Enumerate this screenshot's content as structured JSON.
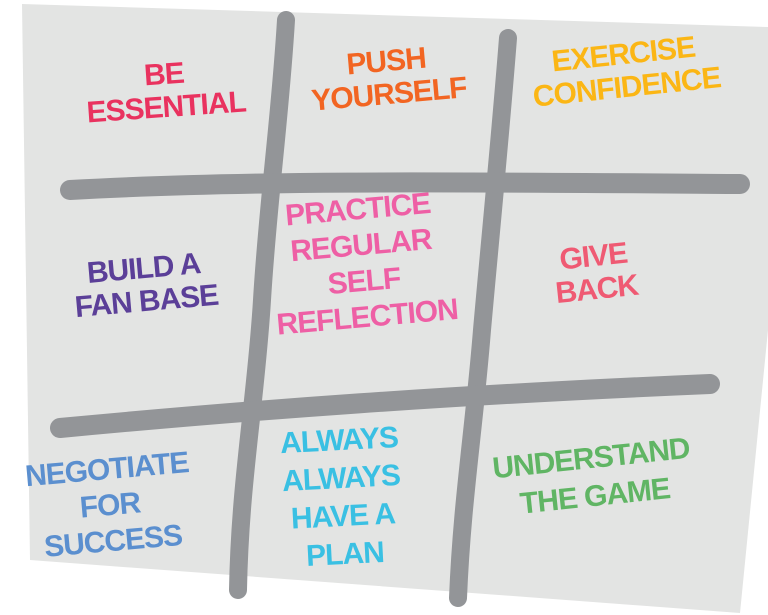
{
  "colors": {
    "board": "#e3e4e3",
    "grid": "#939598"
  },
  "cells": [
    {
      "lines": [
        "Be",
        "Essential"
      ],
      "color": "#e9325f"
    },
    {
      "lines": [
        "Push",
        "Yourself"
      ],
      "color": "#f26522"
    },
    {
      "lines": [
        "Exercise",
        "Confidence"
      ],
      "color": "#fbb615"
    },
    {
      "lines": [
        "Build a",
        "Fan Base"
      ],
      "color": "#5b3f98"
    },
    {
      "lines": [
        "Practice",
        "Regular",
        "Self",
        "Reflection"
      ],
      "color": "#ee5fa5"
    },
    {
      "lines": [
        "Give",
        "Back"
      ],
      "color": "#ef5a73"
    },
    {
      "lines": [
        "Negotiate",
        "for",
        "Success"
      ],
      "color": "#5b8fcf"
    },
    {
      "lines": [
        "Always",
        "Always",
        "Have a",
        "Plan"
      ],
      "color": "#3ac0e3"
    },
    {
      "lines": [
        "Understand",
        "the Game"
      ],
      "color": "#60b564"
    }
  ]
}
